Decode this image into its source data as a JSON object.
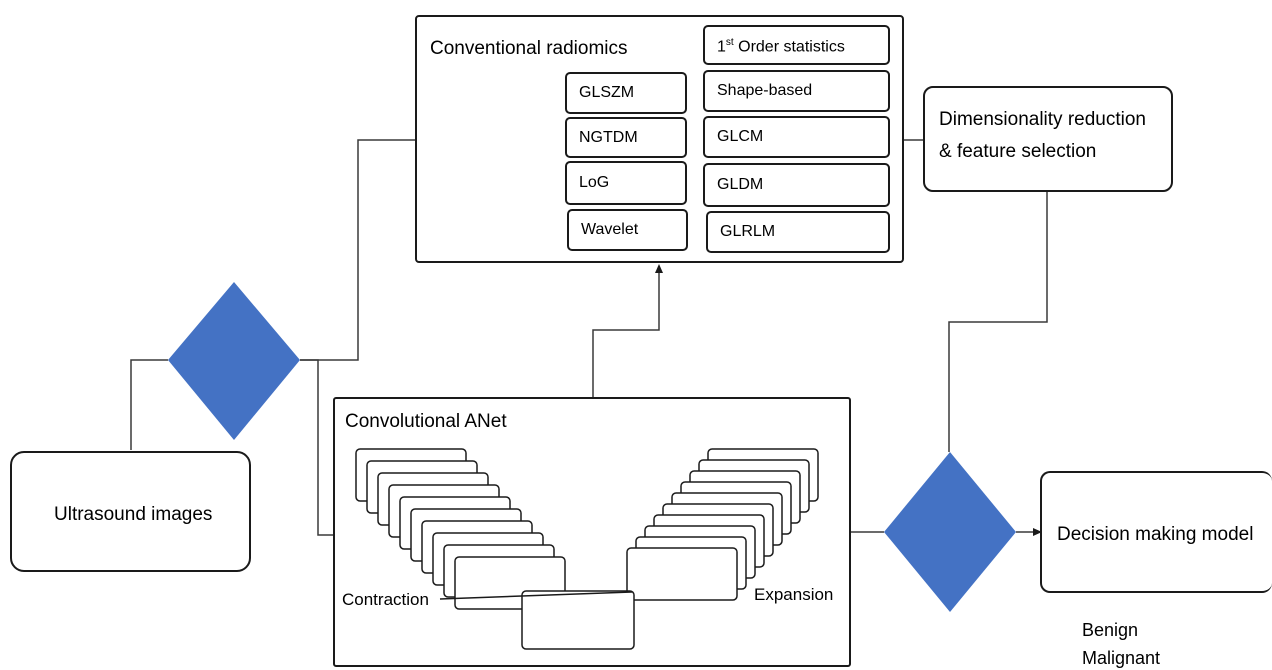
{
  "ultrasound": {
    "label": "Ultrasound images"
  },
  "radiomics": {
    "title": "Conventional radiomics",
    "first_order": {
      "prefix": "1",
      "sup": "st",
      "rest": " Order statistics"
    },
    "left_features": [
      "GLSZM",
      "NGTDM",
      "LoG",
      "Wavelet"
    ],
    "right_features": [
      "Shape-based",
      "GLCM",
      "GLDM",
      "GLRLM"
    ]
  },
  "dim_reduction": {
    "line1": "Dimensionality reduction",
    "line2": "& feature selection"
  },
  "cnn": {
    "title": "Convolutional ANet",
    "contraction": "Contraction",
    "expansion": "Expansion"
  },
  "decision": {
    "label": "Decision making model"
  },
  "outcomes": [
    "Benign",
    "Malignant"
  ],
  "colors": {
    "diamond": "#4472c4",
    "stroke": "#1a1a1a",
    "line": "#3a3a3a"
  }
}
